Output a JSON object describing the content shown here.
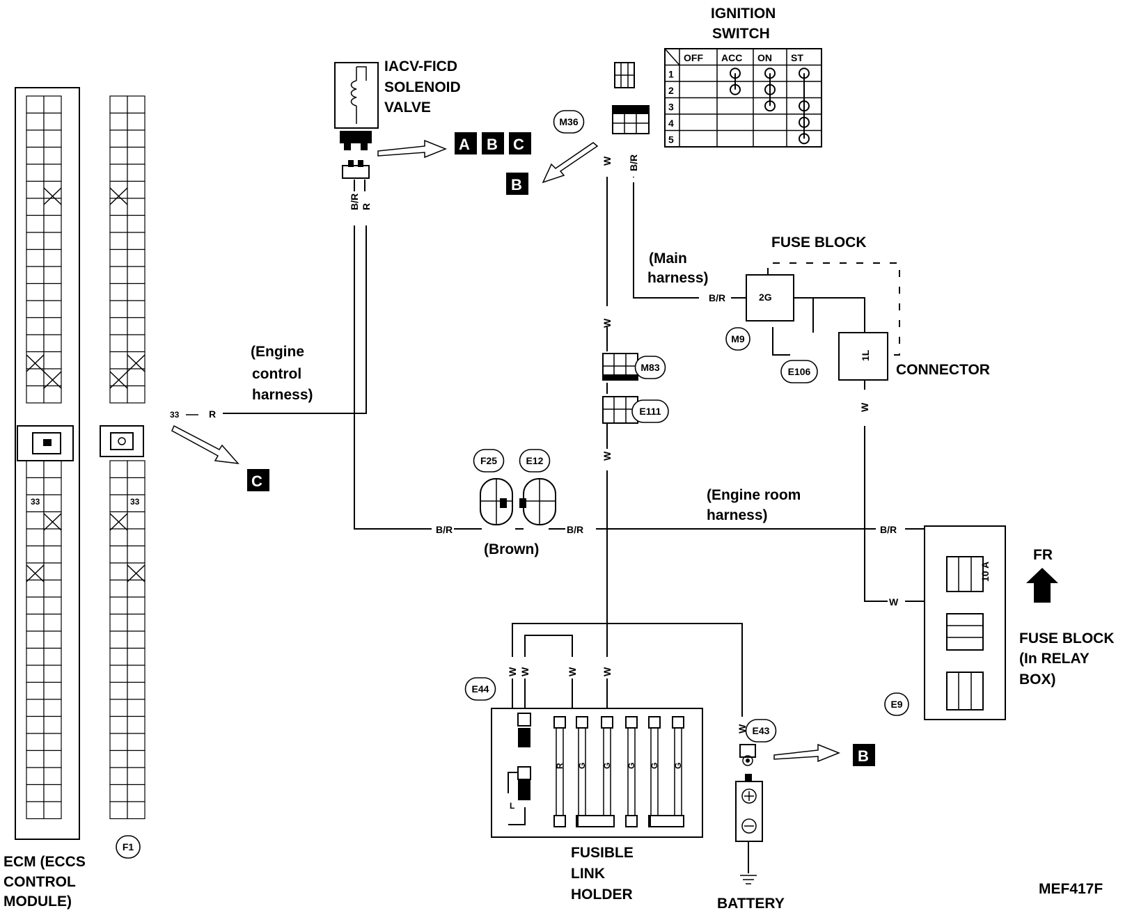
{
  "components": {
    "ignition_switch": {
      "line1": "IGNITION",
      "line2": "SWITCH"
    },
    "ignition_table": {
      "headers": [
        "OFF",
        "ACC",
        "ON",
        "ST"
      ],
      "rows": [
        "1",
        "2",
        "3",
        "4",
        "5"
      ]
    },
    "iacv": {
      "line1": "IACV-FICD",
      "line2": "SOLENOID",
      "line3": "VALVE"
    },
    "fuse_block_top": "FUSE BLOCK",
    "connector": "CONNECTOR",
    "fuse_block_relay": {
      "line1": "FUSE BLOCK",
      "line2": "(In RELAY",
      "line3": "BOX)"
    },
    "fusible_link": {
      "line1": "FUSIBLE",
      "line2": "LINK",
      "line3": "HOLDER"
    },
    "battery": "BATTERY",
    "ecm": {
      "line1": "ECM (ECCS",
      "line2": "CONTROL",
      "line3": "MODULE)"
    },
    "fr": "FR",
    "fuse_10a": "10 A",
    "fuse_2g": "2G",
    "conn_1l": "1L",
    "pin_33": "33"
  },
  "harness_labels": {
    "main_1": "(Main",
    "main_2": "harness)",
    "engine_ctrl_1": "(Engine",
    "engine_ctrl_2": "control",
    "engine_ctrl_3": "harness)",
    "engine_room_1": "(Engine room",
    "engine_room_2": "harness)",
    "brown": "(Brown)"
  },
  "wire_colors": {
    "w": "W",
    "br": "B/R",
    "r": "R",
    "g": "G",
    "l": "L"
  },
  "connector_ids": {
    "m36": "M36",
    "m9": "M9",
    "m83": "M83",
    "e111": "E111",
    "e106": "E106",
    "f25": "F25",
    "e12": "E12",
    "e44": "E44",
    "e43": "E43",
    "e9": "E9",
    "f1": "F1"
  },
  "ref_letters": {
    "a": "A",
    "b": "B",
    "c": "C"
  },
  "figure_id": "MEF417F"
}
